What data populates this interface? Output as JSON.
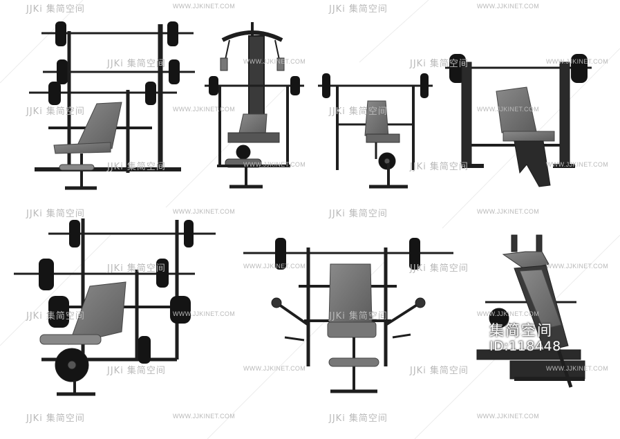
{
  "watermark": {
    "logo_text": "JJKi 集简空间",
    "url_text": "WWW.JJKINET.COM"
  },
  "stamp": {
    "brand": "集简空间",
    "id": "ID:118448"
  },
  "colors": {
    "background": "#ffffff",
    "metal": "#1e1e1e",
    "seat": "#7a7a7a",
    "plate": "#141414",
    "watermark": "#b9b9b9"
  },
  "items": [
    "squat-rack-bench",
    "lat-pulldown-bench",
    "flat-bench-rack",
    "adjustable-bench-rack",
    "olympic-rack-bench",
    "preacher-curl-bench",
    "leg-press-machine"
  ]
}
